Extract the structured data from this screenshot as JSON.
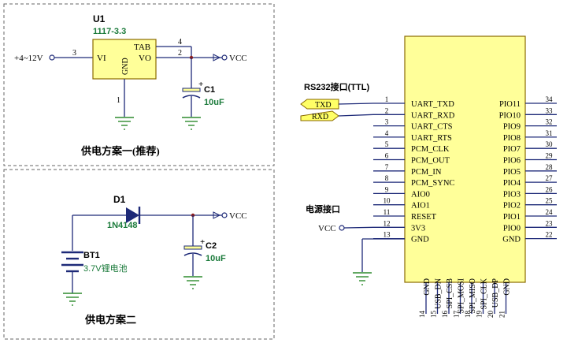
{
  "colors": {
    "wire": "#1e2a78",
    "component_fill": "#ffff99",
    "ground": "#2e8b2e",
    "label_green": "#1a7a3a",
    "label_dark": "#000000",
    "port_fill": "#ffff66",
    "port_stroke": "#8a6a00",
    "node_dot": "#8b1a1a"
  },
  "scheme1": {
    "ref": "U1",
    "part": "1117-3.3",
    "pin_vi": "VI",
    "pin_gnd": "GND",
    "pin_tab": "TAB",
    "pin_vo": "VO",
    "pin3": "3",
    "pin4": "4",
    "pin2": "2",
    "pin1": "1",
    "input_label": "+4~12V",
    "output_label": "VCC",
    "cap_ref": "C1",
    "cap_value": "10uF",
    "cap_plus": "+",
    "title": "供电方案一(推荐)"
  },
  "scheme2": {
    "diode_ref": "D1",
    "diode_part": "1N4148",
    "output_label": "VCC",
    "battery_ref": "BT1",
    "battery_value": "3.7V锂电池",
    "cap_ref": "C2",
    "cap_value": "10uF",
    "cap_plus": "+",
    "title": "供电方案二"
  },
  "module": {
    "rs232_title": "RS232接口(TTL)",
    "port_txd": "TXD",
    "port_rxd": "RXD",
    "power_title": "电源接口",
    "vcc_label": "VCC",
    "left_pins": [
      {
        "num": "1",
        "name": "UART_TXD"
      },
      {
        "num": "2",
        "name": "UART_RXD"
      },
      {
        "num": "3",
        "name": "UART_CTS"
      },
      {
        "num": "4",
        "name": "UART_RTS"
      },
      {
        "num": "5",
        "name": "PCM_CLK"
      },
      {
        "num": "6",
        "name": "PCM_OUT"
      },
      {
        "num": "7",
        "name": "PCM_IN"
      },
      {
        "num": "8",
        "name": "PCM_SYNC"
      },
      {
        "num": "9",
        "name": "AIO0"
      },
      {
        "num": "10",
        "name": "AIO1"
      },
      {
        "num": "11",
        "name": "RESET"
      },
      {
        "num": "12",
        "name": "3V3"
      },
      {
        "num": "13",
        "name": "GND"
      }
    ],
    "right_pins": [
      {
        "num": "34",
        "name": "PIO11"
      },
      {
        "num": "33",
        "name": "PIO10"
      },
      {
        "num": "32",
        "name": "PIO9"
      },
      {
        "num": "31",
        "name": "PIO8"
      },
      {
        "num": "30",
        "name": "PIO7"
      },
      {
        "num": "29",
        "name": "PIO6"
      },
      {
        "num": "28",
        "name": "PIO5"
      },
      {
        "num": "27",
        "name": "PIO4"
      },
      {
        "num": "26",
        "name": "PIO3"
      },
      {
        "num": "25",
        "name": "PIO2"
      },
      {
        "num": "24",
        "name": "PIO1"
      },
      {
        "num": "23",
        "name": "PIO0"
      },
      {
        "num": "22",
        "name": "GND"
      }
    ],
    "bottom_pins": [
      {
        "num": "14",
        "name": "GND"
      },
      {
        "num": "15",
        "name": "USB_DN"
      },
      {
        "num": "16",
        "name": "SPI_CSB"
      },
      {
        "num": "17",
        "name": "SPI_MOSI"
      },
      {
        "num": "18",
        "name": "SPI_MISO"
      },
      {
        "num": "19",
        "name": "SPI_CLK"
      },
      {
        "num": "20",
        "name": "USB_DP"
      },
      {
        "num": "21",
        "name": "GND"
      }
    ]
  }
}
